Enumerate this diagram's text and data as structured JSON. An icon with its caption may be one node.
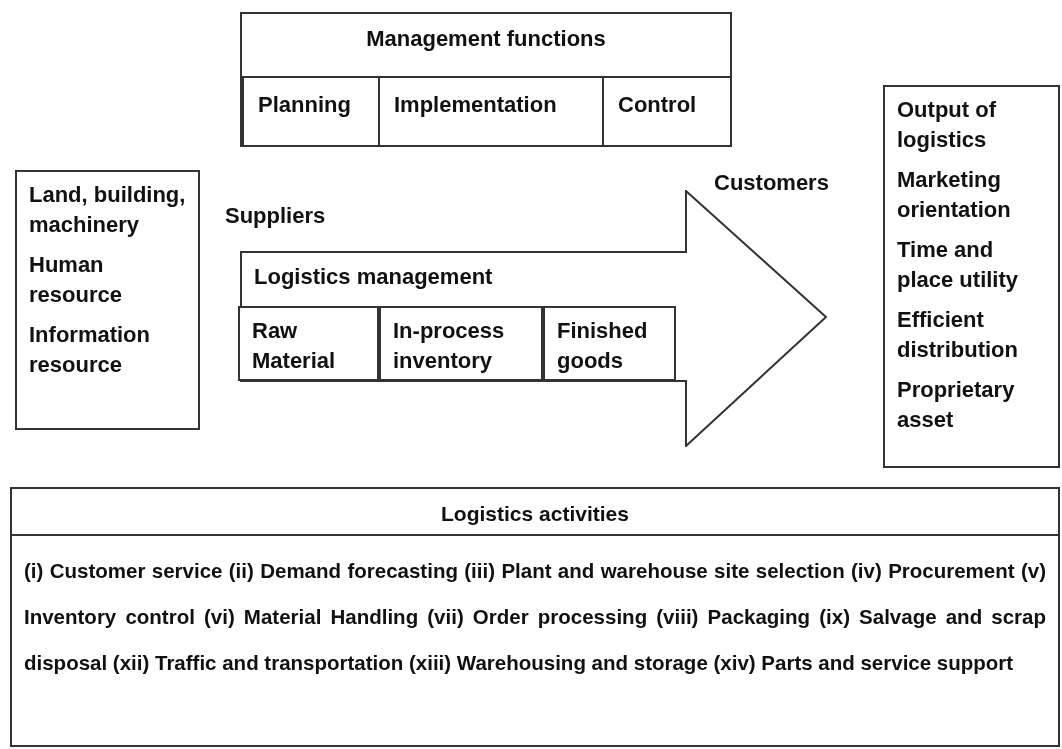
{
  "diagram": {
    "nodes": [
      {
        "text": [
          "Management functions"
        ]
      },
      {
        "text": [
          "Planning"
        ],
        "in": 0
      },
      {
        "text": [
          "Implementation"
        ],
        "in": 0
      },
      {
        "text": [
          "Control"
        ],
        "in": 0
      },
      {
        "text": [
          "Land, building, machinery",
          "Human resource",
          "Information resource"
        ]
      },
      {
        "text": [
          "Logistics management"
        ]
      },
      {
        "text": [
          "Raw Material"
        ],
        "in": 5
      },
      {
        "text": [
          "In-process inventory"
        ],
        "in": 5
      },
      {
        "text": [
          "Finished goods"
        ],
        "in": 5
      },
      {
        "text": [
          "Output of logistics",
          "Marketing orientation",
          "Time and place utility",
          "Efficient distribution",
          "Proprietary asset"
        ]
      },
      {
        "text": [
          "Logistics activities",
          "(i) Customer service (ii) Demand forecasting (iii) Plant and warehouse site selection (iv) Procurement (v) Inventory control (vi) Material Handling (vii) Order processing (viii) Packaging (ix) Salvage and scrap disposal (xii) Traffic and transportation (xiii) Warehousing and storage (xiv) Parts and service support"
        ]
      }
    ],
    "edges": [],
    "labels": [
      "Customers",
      "Suppliers"
    ]
  }
}
